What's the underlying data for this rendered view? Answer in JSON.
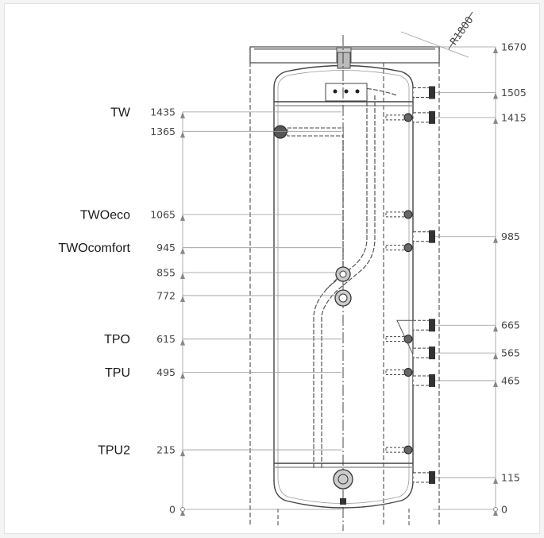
{
  "radius_note": "R1800",
  "connections": [
    {
      "name": "TW",
      "dim": "1435",
      "value": 1435
    },
    {
      "name": "",
      "dim": "1365",
      "value": 1365
    },
    {
      "name": "TWOeco",
      "dim": "1065",
      "value": 1065
    },
    {
      "name": "TWOcomfort",
      "dim": "945",
      "value": 945
    },
    {
      "name": "",
      "dim": "855",
      "value": 855
    },
    {
      "name": "",
      "dim": "772",
      "value": 772
    },
    {
      "name": "TPO",
      "dim": "615",
      "value": 615
    },
    {
      "name": "TPU",
      "dim": "495",
      "value": 495
    },
    {
      "name": "TPU2",
      "dim": "215",
      "value": 215
    },
    {
      "name": "",
      "dim": "0",
      "value": 0
    }
  ],
  "right_dims": [
    {
      "dim": "1670",
      "value": 1670
    },
    {
      "dim": "1505",
      "value": 1505
    },
    {
      "dim": "1415",
      "value": 1415
    },
    {
      "dim": "985",
      "value": 985
    },
    {
      "dim": "665",
      "value": 665
    },
    {
      "dim": "565",
      "value": 565
    },
    {
      "dim": "465",
      "value": 465
    },
    {
      "dim": "115",
      "value": 115
    },
    {
      "dim": "0",
      "value": 0
    }
  ],
  "colors": {
    "line": "#555555",
    "dim_line": "#999999",
    "fill": "#bdbdbd",
    "dark": "#333333",
    "background": "#ffffff"
  }
}
